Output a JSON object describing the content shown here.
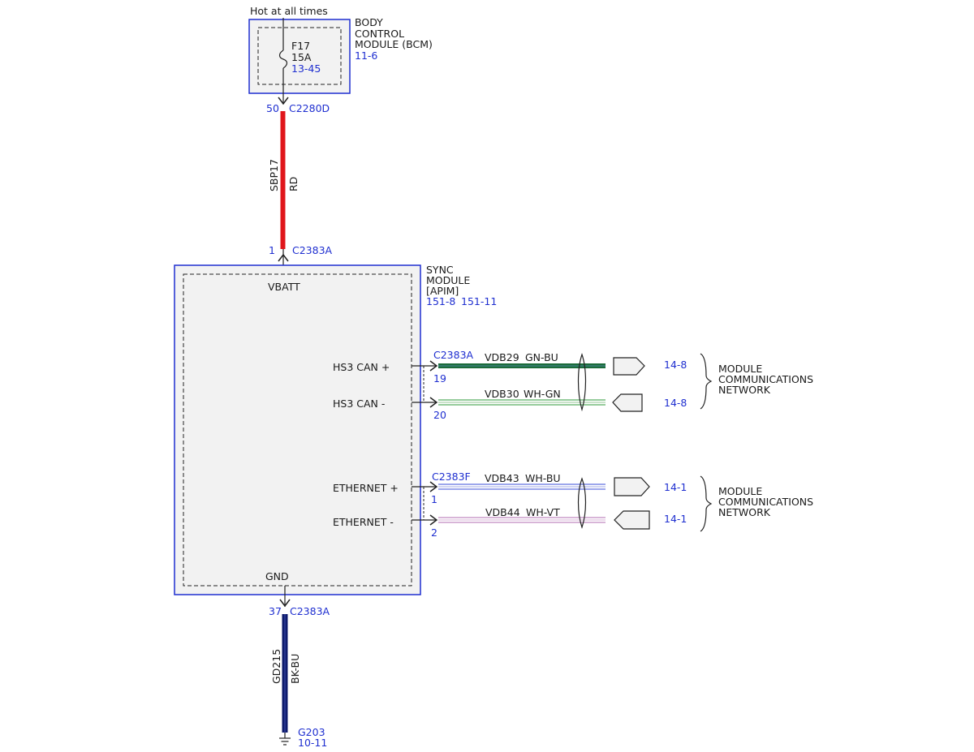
{
  "top": {
    "power_note": "Hot at all times",
    "bcm": {
      "line1": "BODY",
      "line2": "CONTROL",
      "line3": "MODULE (BCM)",
      "ref": "11-6"
    },
    "fuse": {
      "name": "F17",
      "rating": "15A",
      "ref": "13-45"
    },
    "connector": {
      "pin": "50",
      "id": "C2280D"
    },
    "wire": {
      "circuit": "SBP17",
      "color": "RD",
      "hex": "#e0161b"
    }
  },
  "sync": {
    "line1": "SYNC",
    "line2": "MODULE",
    "line3": "[APIM]",
    "ref1": "151-8",
    "ref2": "151-11",
    "vbatt": "VBATT",
    "gnd": "GND",
    "vbatt_pin": "1",
    "vbatt_connector": "C2383A"
  },
  "can": {
    "connector": "C2383A",
    "plus": {
      "label": "HS3 CAN +",
      "pin": "19",
      "circuit": "VDB29",
      "color": "GN-BU",
      "ref": "14-8"
    },
    "minus": {
      "label": "HS3 CAN -",
      "pin": "20",
      "circuit": "VDB30",
      "color": "WH-GN",
      "ref": "14-8"
    },
    "network": {
      "line1": "MODULE",
      "line2": "COMMUNICATIONS",
      "line3": "NETWORK"
    }
  },
  "eth": {
    "connector": "C2383F",
    "plus": {
      "label": "ETHERNET +",
      "pin": "1",
      "circuit": "VDB43",
      "color": "WH-BU",
      "ref": "14-1"
    },
    "minus": {
      "label": "ETHERNET -",
      "pin": "2",
      "circuit": "VDB44",
      "color": "WH-VT",
      "ref": "14-1"
    },
    "network": {
      "line1": "MODULE",
      "line2": "COMMUNICATIONS",
      "line3": "NETWORK"
    }
  },
  "ground": {
    "pin": "37",
    "connector": "C2383A",
    "circuit": "GD215",
    "color": "BK-BU",
    "point": "G203",
    "ref": "10-11"
  },
  "colors": {
    "module_border": "#1f2fd0",
    "link_text": "#1f2fd0",
    "rd": "#e0161b",
    "gn_bu": "#1b6b3a",
    "bk_bu": "#0d1a6b"
  }
}
